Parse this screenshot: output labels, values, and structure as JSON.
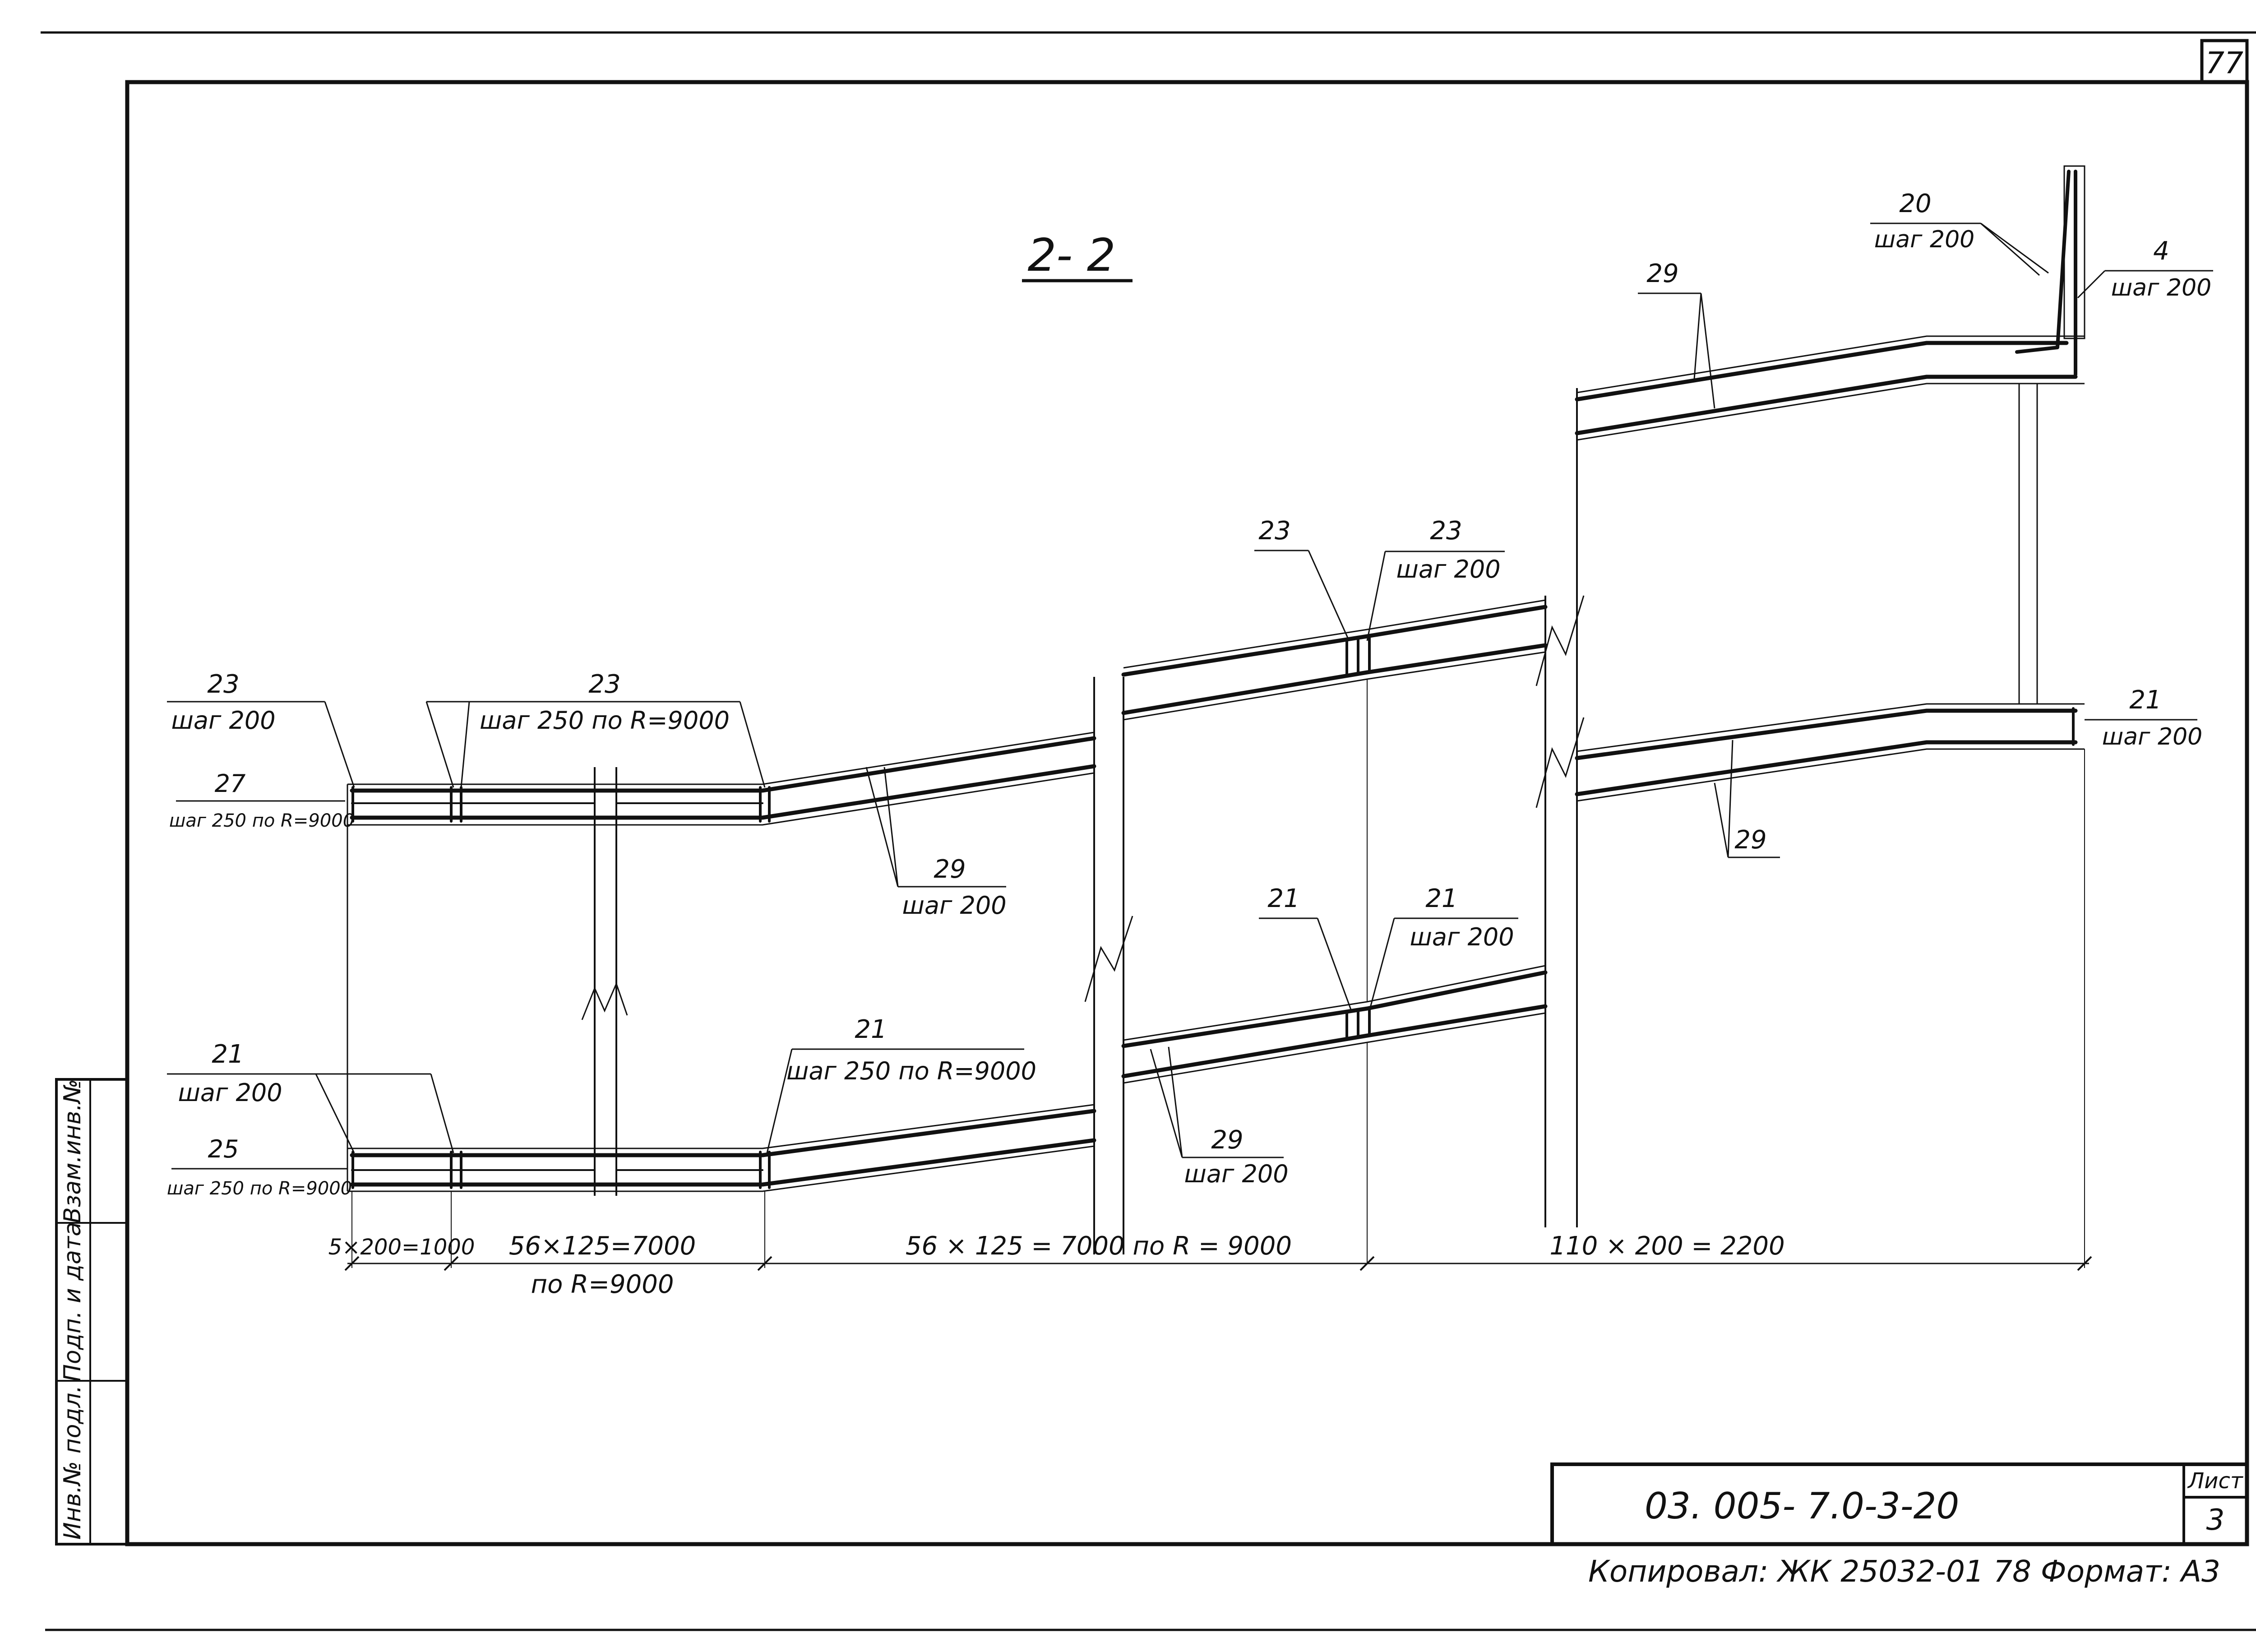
{
  "sheet_number": "77",
  "section_title": "2- 2",
  "side_stamp": [
    "Инв.№ подл.",
    "Подп. и дата",
    "Взам.инв.№"
  ],
  "title_block": {
    "code": "03. 005- 7.0-3-20",
    "sheet_label": "Лист",
    "sheet_value": "3",
    "footer": "Копировал: ЖК 25032-01 78 Формат: А3"
  },
  "callouts": {
    "c23_left": {
      "num": "23",
      "step": "шаг 200"
    },
    "c23_mid": {
      "num": "23",
      "step": "шаг 250 по R=9000"
    },
    "c27": {
      "num": "27",
      "step": "шаг 250 по R=9000"
    },
    "c29_a": {
      "num": "29",
      "step": "шаг 200"
    },
    "c23_b1": {
      "num": "23"
    },
    "c23_b2": {
      "num": "23",
      "step": "шаг 200"
    },
    "c29_top": {
      "num": "29"
    },
    "c20": {
      "num": "20",
      "step": "шаг 200"
    },
    "c4": {
      "num": "4",
      "step": "шаг 200"
    },
    "c21_right": {
      "num": "21",
      "step": "шаг 200"
    },
    "c29_right": {
      "num": "29"
    },
    "c21_b1": {
      "num": "21"
    },
    "c21_b2": {
      "num": "21",
      "step": "шаг 200"
    },
    "c29_b": {
      "num": "29",
      "step": "шаг 200"
    },
    "c21_left": {
      "num": "21",
      "step": "шаг 200"
    },
    "c25": {
      "num": "25",
      "step": "шаг 250 по R=9000"
    },
    "c21_mid": {
      "num": "21",
      "step": "шаг 250 по R=9000"
    }
  },
  "dimensions": {
    "d1": "5×200=1000",
    "d2": "56×125=7000",
    "d2b": "по R=9000",
    "d3": "56 × 125 = 7000 по R = 9000",
    "d4": "110 × 200 = 2200"
  }
}
